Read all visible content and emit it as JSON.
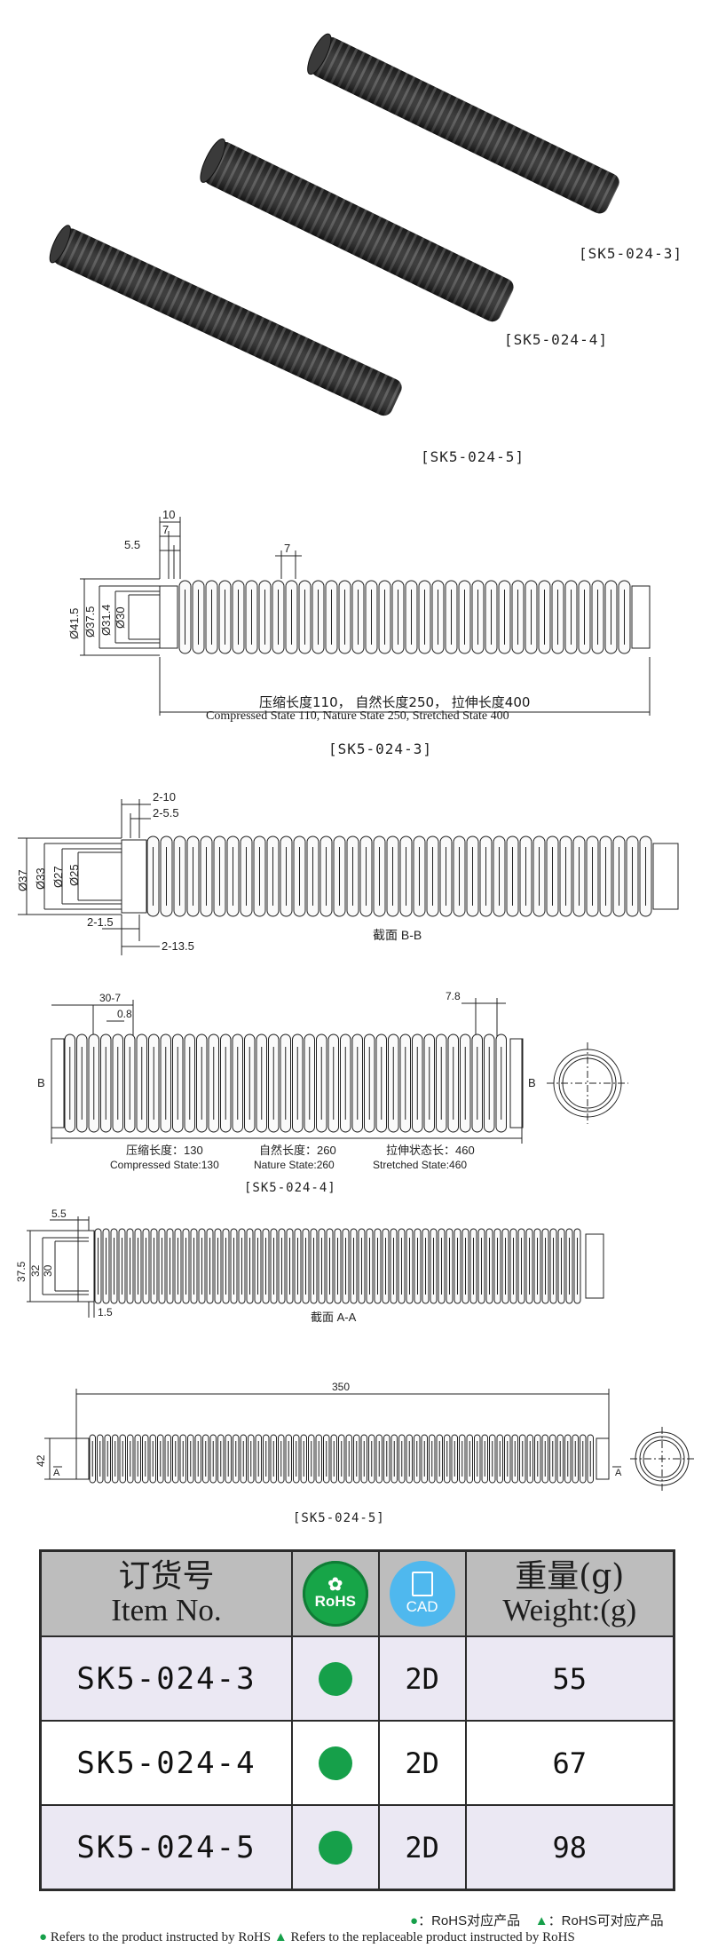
{
  "photos": [
    {
      "caption": "[SK5-024-3]"
    },
    {
      "caption": "[SK5-024-4]"
    },
    {
      "caption": "[SK5-024-5]"
    }
  ],
  "drawing1": {
    "dims": {
      "d10": "10",
      "d7": "7",
      "d55": "5.5",
      "top7": "7",
      "dia415": "Ø41.5",
      "dia375": "Ø37.5",
      "dia314": "Ø31.4",
      "dia30": "Ø30"
    },
    "length_cn": "压缩长度110，  自然长度250，  拉伸长度400",
    "length_en": "Compressed  State  110, Nature  State  250, Stretched State 400",
    "caption": "[SK5-024-3]"
  },
  "drawing2": {
    "dims": {
      "d210": "2-10",
      "d255": "2-5.5",
      "d215": "2-1.5",
      "d2135": "2-13.5",
      "dia37": "Ø37",
      "dia33": "Ø33",
      "dia27": "Ø27",
      "dia25": "Ø25"
    },
    "section": "截面  B-B"
  },
  "drawing3": {
    "dims": {
      "d307": "30-7",
      "d08": "0.8",
      "d78": "7.8",
      "B_left": "B",
      "B_right": "B"
    },
    "labels_cn": [
      "压缩长度：130",
      "自然长度：260",
      "拉伸状态长：460"
    ],
    "labels_en": [
      "Compressed State:130",
      "Nature State:260",
      "Stretched State:460"
    ],
    "caption": "[SK5-024-4]"
  },
  "drawing4": {
    "dims": {
      "d55": "5.5",
      "d375": "37.5",
      "d32": "32",
      "d30": "30",
      "d15": "1.5"
    },
    "section": "截面  A-A"
  },
  "drawing5": {
    "dims": {
      "d350": "350",
      "d42": "42",
      "A_left": "A",
      "A_right": "A"
    },
    "caption": "[SK5-024-5]"
  },
  "table": {
    "headers": {
      "item_cn": "订货号",
      "item_en": "Item No.",
      "rohs": "RoHS",
      "cad": "CAD",
      "weight_cn": "重量(g)",
      "weight_en": "Weight:(g)"
    },
    "rows": [
      {
        "item": "SK5-024-3",
        "rohs": "●",
        "cad": "2D",
        "weight": "55"
      },
      {
        "item": "SK5-024-4",
        "rohs": "●",
        "cad": "2D",
        "weight": "67"
      },
      {
        "item": "SK5-024-5",
        "rohs": "●",
        "cad": "2D",
        "weight": "98"
      }
    ]
  },
  "legend": {
    "cn_rohs": "：RoHS对应产品",
    "cn_replace": "：RoHS可对应产品",
    "en_rohs": "Refers to the product instructed by RoHS",
    "en_replace": "Refers to the replaceable product instructed by RoHS"
  },
  "colors": {
    "rohs_green": "#16a04a",
    "cad_blue": "#4fb8ee",
    "row_tint": "#ebe8f3",
    "header_gray": "#bdbdbd"
  }
}
